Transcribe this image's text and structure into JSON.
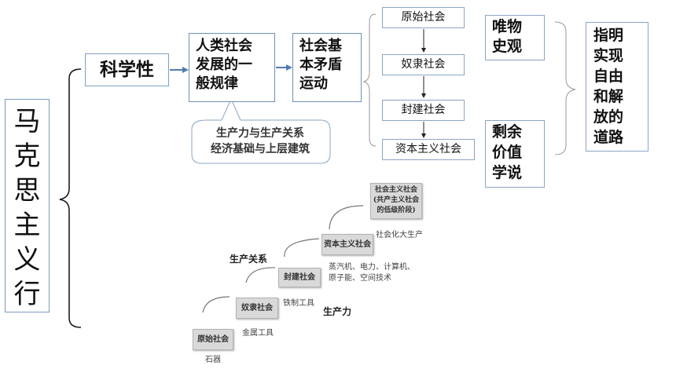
{
  "main_title_chars": [
    "马",
    "克",
    "思",
    "主",
    "义",
    "行"
  ],
  "science": "科学性",
  "law_lines": [
    "人类社会",
    "发展的一",
    "般规律"
  ],
  "contradiction_lines": [
    "社会基",
    "本矛盾",
    "运动"
  ],
  "callout_lines": [
    "生产力与生产关系",
    "经济基础与上层建筑"
  ],
  "stages": [
    "原始社会",
    "奴隶社会",
    "封建社会",
    "资本主义社会"
  ],
  "historical_materialism_lines": [
    "唯物",
    "史观"
  ],
  "surplus_value_lines": [
    "剩余",
    "价值",
    "学说"
  ],
  "goal_lines": [
    "指明",
    "实现",
    "自由",
    "和解",
    "放的",
    "道路"
  ],
  "staircase": {
    "steps": [
      {
        "name": "原始社会",
        "tool": "石器"
      },
      {
        "name": "奴隶社会",
        "tool": "金属工具"
      },
      {
        "name": "封建社会",
        "tool": "铁制工具"
      },
      {
        "name": "资本主义社会",
        "tool": "蒸汽机、电力、计算机、原子能、空间技术"
      },
      {
        "name": "社会主义社会（共产主义社会的低级阶段）",
        "tool": "社会化大生产"
      }
    ],
    "top_step_lines": [
      "社会主义社会",
      "(共产主义社会",
      "的低级阶段)"
    ],
    "capitalism_tool_lines": [
      "蒸汽机、电力、计算机、",
      "原子能、空间技术"
    ],
    "relations_label": "生产关系",
    "forces_label": "生产力"
  },
  "colors": {
    "border": "#6f8fb3",
    "arrow": "#4f7db0",
    "step_fill": "#d9d9d9"
  }
}
